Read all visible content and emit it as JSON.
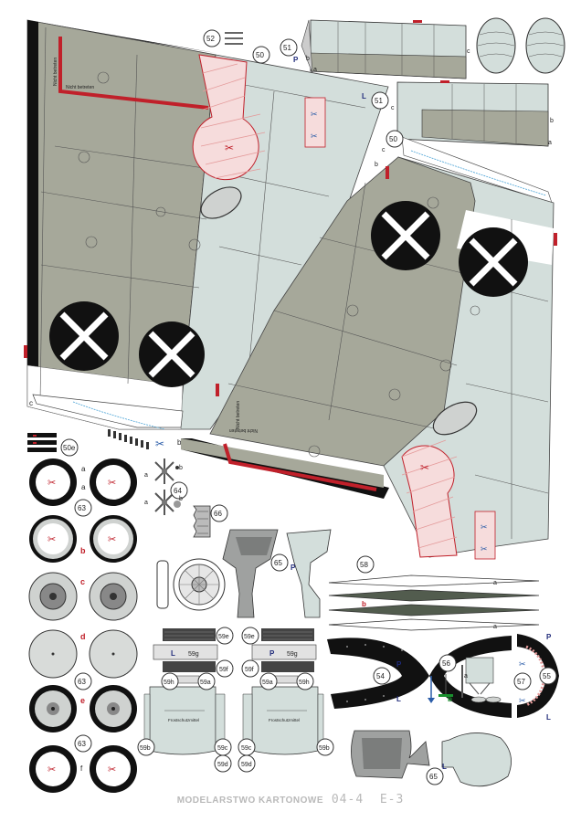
{
  "colors": {
    "paper": "#ffffff",
    "light_blue_grey": "#d3dedb",
    "dark_grey_green": "#a6a89a",
    "black": "#111111",
    "red_stripe": "#c0202a",
    "cross_white": "#ffffff",
    "tire_grey": "#cfd2d0",
    "blue_letter": "#1f2a7a",
    "red_letter": "#c0202a"
  },
  "parts": {
    "n50": "50",
    "n50b": "50",
    "n51": "51",
    "n51b": "51",
    "n52": "52",
    "n50e": "50e",
    "n54": "54",
    "n55": "55",
    "n56": "56",
    "n57": "57",
    "n58": "58",
    "n63a": "63",
    "n63b": "63",
    "n63c": "63",
    "n64": "64",
    "n65a": "65",
    "n65b": "65",
    "n66": "66",
    "n59g_l": "59g",
    "n59g_r": "59g",
    "n59f_l": "59f",
    "n59f_r": "59f",
    "n59h_l": "59h",
    "n59h_r": "59h",
    "n59a_l": "59a",
    "n59a_r": "59a",
    "n59b_l": "59b",
    "n59b_r": "59b",
    "n59c_l": "59c",
    "n59c_r": "59c",
    "n59d_l": "59d",
    "n59d_r": "59d",
    "n59e_l": "59e",
    "n59e_r": "59e"
  },
  "letters": {
    "a": "a",
    "b": "b",
    "c": "c",
    "d": "d",
    "e": "e",
    "f": "f",
    "L": "L",
    "P": "P"
  },
  "panel_labels": {
    "l_59g": "59g",
    "r_59g": "59g",
    "frostschutz_l": "Frostschutzmittel",
    "frostschutz_r": "Frostschutzmittel"
  },
  "stencils": {
    "nicht_betreten_1": "Nicht betreten",
    "nicht_betreten_2": "Nicht betreten",
    "nicht_betreten_3": "Nicht betreten",
    "nicht_betreten_4": "Nicht betreten"
  },
  "footer": {
    "brand": "MODELARSTWO KARTONOWE",
    "code": "04-4",
    "sheet": "E-3"
  }
}
